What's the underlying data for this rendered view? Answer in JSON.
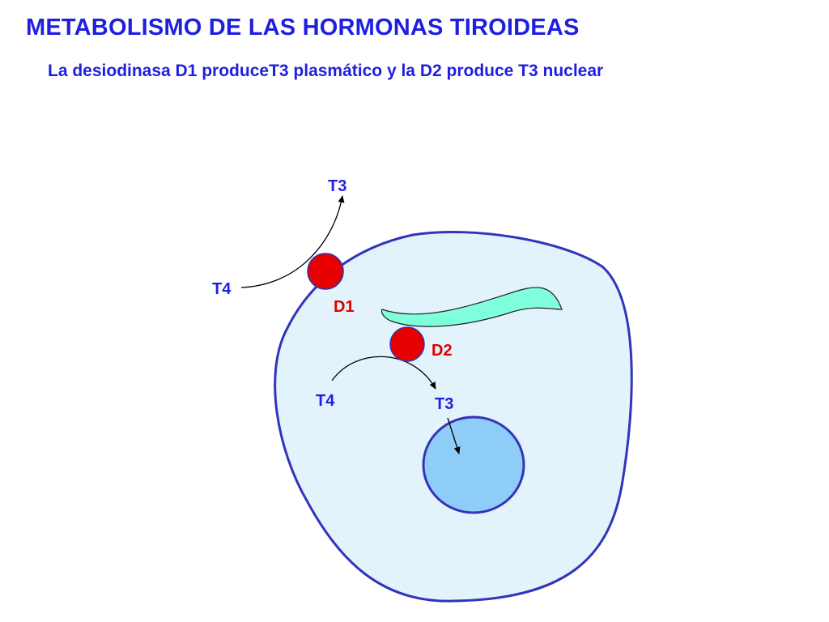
{
  "slide": {
    "title": "METABOLISMO DE LAS HORMONAS TIROIDEAS",
    "subtitle": "La desiodinasa D1 produceT3 plasmático y la D2 produce T3 nuclear"
  },
  "diagram": {
    "labels": {
      "t3_plasma": "T3",
      "t4_outside": "T4",
      "d1": "D1",
      "d2": "D2",
      "t4_inside": "T4",
      "t3_nuclear": "T3"
    },
    "colors": {
      "text": "#1f1fe0",
      "deiodinase_label": "#e00000",
      "deiodinase": "#e60000",
      "cell_fill": "#e3f3fb",
      "cell_stroke": "#3333bb",
      "nucleus_fill": "#8ecdf8",
      "er_fill": "#80ffdd",
      "arrow": "#000000"
    }
  }
}
